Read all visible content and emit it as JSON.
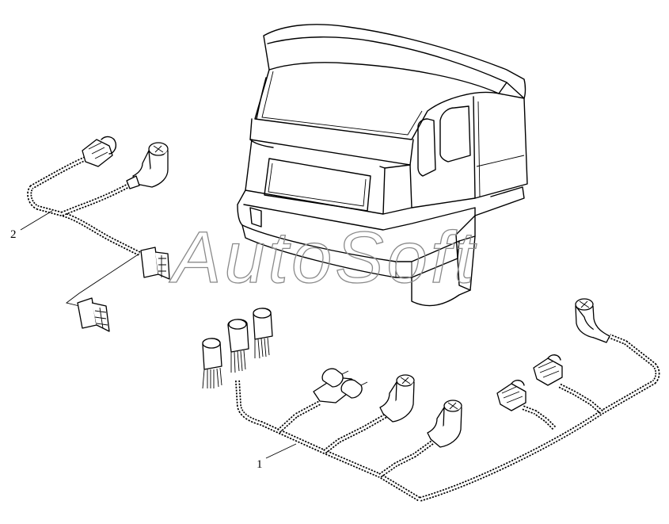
{
  "callouts": [
    {
      "id": "1",
      "label": "1"
    },
    {
      "id": "2",
      "label": "2"
    }
  ],
  "watermark": {
    "text": "AutoSoft",
    "color": "#8a8a8a"
  },
  "colors": {
    "line": "#000000",
    "background": "#ffffff"
  }
}
